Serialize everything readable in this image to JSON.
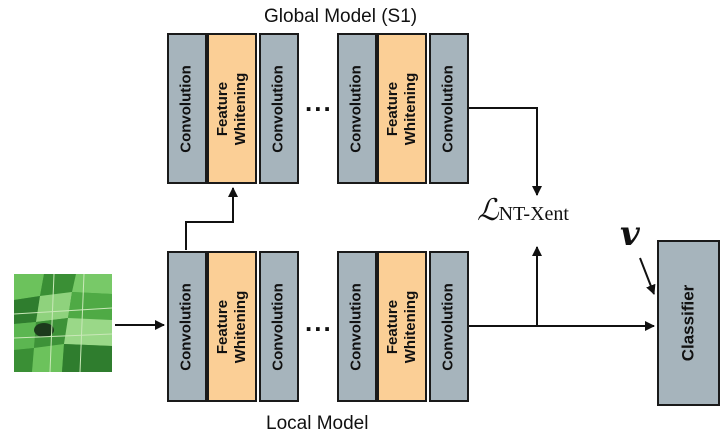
{
  "global_model": {
    "title": "Global Model (S1)",
    "group1": {
      "conv1": "Convolution",
      "fw_line1": "Feature",
      "fw_line2": "Whitening",
      "conv2": "Convolution"
    },
    "ellipsis": "...",
    "group2": {
      "conv1": "Convolution",
      "fw_line1": "Feature",
      "fw_line2": "Whitening",
      "conv2": "Convolution"
    }
  },
  "local_model": {
    "title": "Local Model",
    "group1": {
      "conv1": "Convolution",
      "fw_line1": "Feature",
      "fw_line2": "Whitening",
      "conv2": "Convolution"
    },
    "ellipsis": "...",
    "group2": {
      "conv1": "Convolution",
      "fw_line1": "Feature",
      "fw_line2": "Whitening",
      "conv2": "Convolution"
    }
  },
  "loss": {
    "symbol": "ℒ",
    "subscript": "NT-Xent"
  },
  "v_symbol": "v",
  "classifier": {
    "label": "Classifier"
  },
  "colors": {
    "convolution": "#a6b4bc",
    "feature_whitening": "#fbcf96",
    "border": "#1a1a1a"
  },
  "input_image": {
    "icon": "satellite-image"
  }
}
